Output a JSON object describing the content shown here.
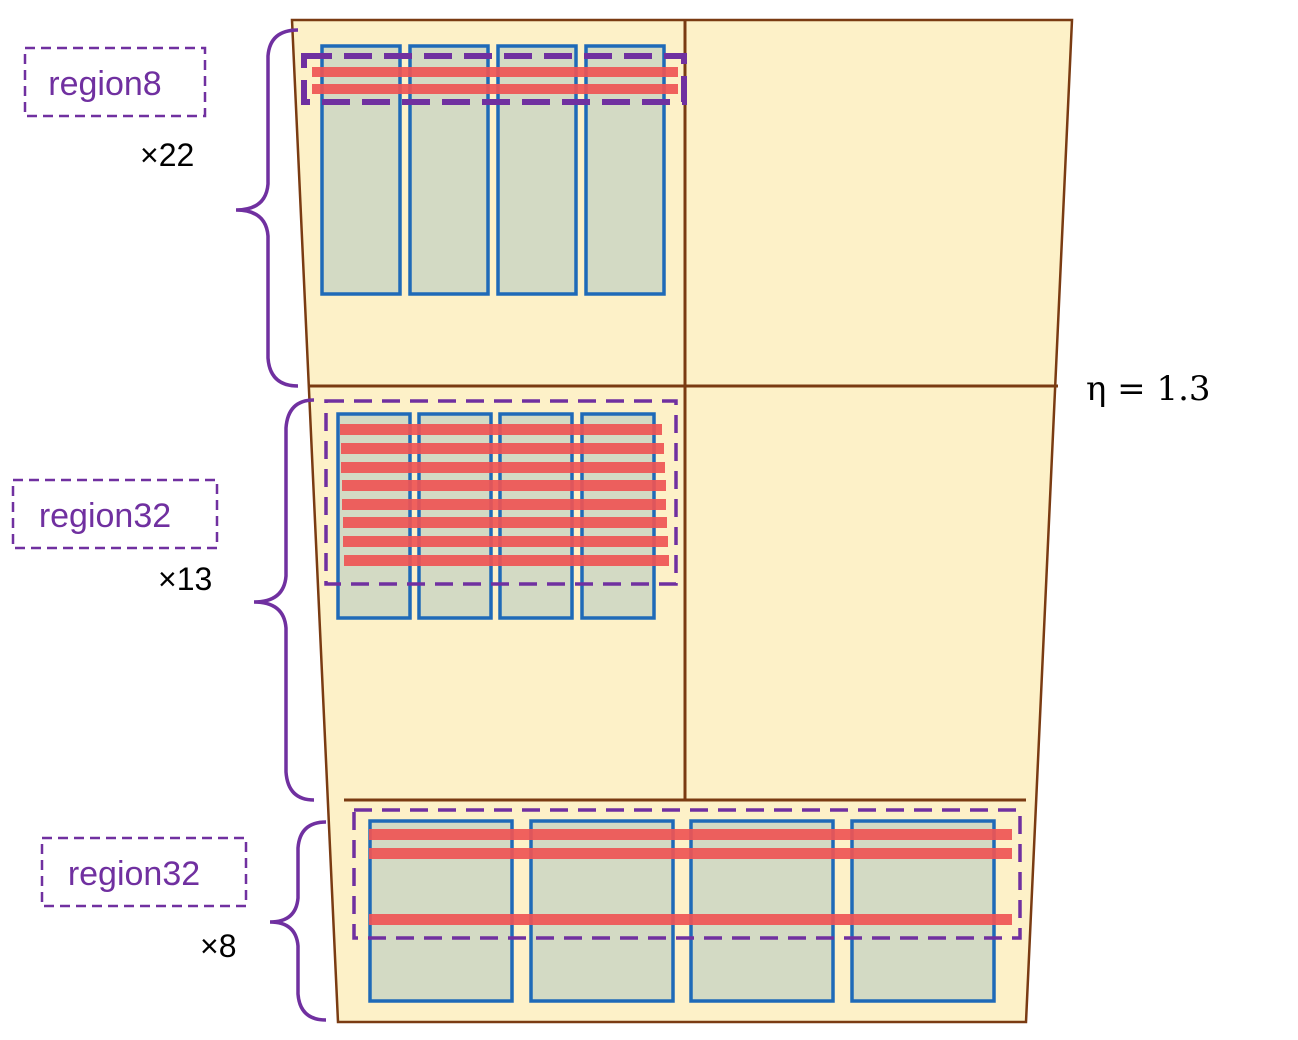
{
  "colors": {
    "panel_fill": "#fdf1c8",
    "panel_stroke": "#7a3b12",
    "module_fill": "#d3dac4",
    "module_stroke": "#1f6ab8",
    "strip": "#ef5555",
    "region": "#7030a0"
  },
  "regions": [
    {
      "label": "region8",
      "multiplier": "×22"
    },
    {
      "label": "region32",
      "multiplier": "×13"
    },
    {
      "label": "region32",
      "multiplier": "×8"
    }
  ],
  "eta_label": "η = 1.3"
}
